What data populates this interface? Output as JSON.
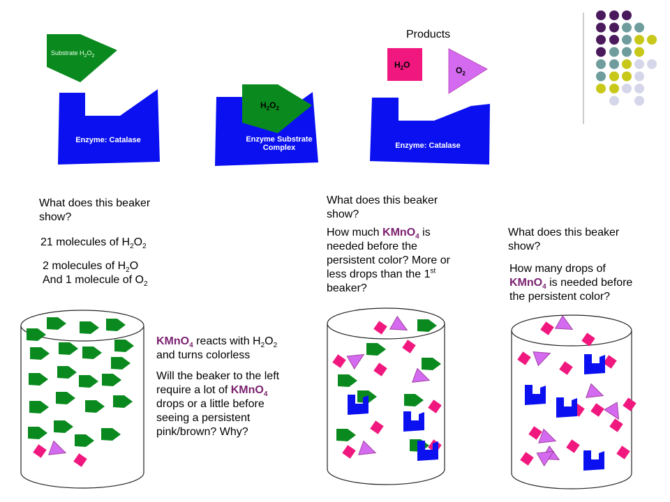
{
  "top_diagram": {
    "substrate_label": "Substrate H",
    "substrate_sub1": "2",
    "substrate_mid": "O",
    "substrate_sub2": "2",
    "enzyme_label_1": "Enzyme: Catalase",
    "complex_substrate_H": "H",
    "complex_substrate_sub1": "2",
    "complex_substrate_O": "O",
    "complex_substrate_sub2": "2",
    "complex_label_line1": "Enzyme Substrate",
    "complex_label_line2": "Complex",
    "products_title": "Products",
    "water_H": "H",
    "water_sub": "2",
    "water_O": "O",
    "oxygen_O": "O",
    "oxygen_sub": "2",
    "enzyme_label_2": "Enzyme: Catalase"
  },
  "colors": {
    "enzyme_blue": "#0a10f0",
    "substrate_green": "#0a8a1e",
    "water_pink": "#f0187e",
    "oxygen_violet": "#d46aef",
    "dot_purple": "#4a1a5c",
    "dot_teal": "#6f9d9d",
    "dot_yellow": "#c8c81a",
    "dot_lavender": "#d6d6ea"
  },
  "left": {
    "question_line1": "What does this beaker",
    "question_line2": "show?",
    "count_h2o2_prefix": "21 molecules of H",
    "count_h2o2_sub1": "2",
    "count_h2o2_mid": "O",
    "count_h2o2_sub2": "2",
    "count_h2o_prefix": "2 molecules of H",
    "count_h2o_sub": "2",
    "count_h2o_suffix": "O",
    "count_o2_prefix": "And 1 molecule of O",
    "count_o2_sub": "2",
    "kmno4_1": "KMnO",
    "kmno4_1_sub": "4",
    "reacts_text": " reacts with H",
    "reacts_sub1": "2",
    "reacts_O": "O",
    "reacts_sub2": "2",
    "reacts_line2": "and turns colorless",
    "will_line1": "Will the beaker to the left",
    "will_line2_prefix": "require a lot of ",
    "kmno4_2": "KMnO",
    "kmno4_2_sub": "4",
    "will_line3": "drops or a little before",
    "will_line4": "seeing a persistent",
    "will_line5": "pink/brown? Why?"
  },
  "middle": {
    "question_line1": "What does this beaker",
    "question_line2": "show?",
    "how_prefix": "How much ",
    "kmno4": "KMnO",
    "kmno4_sub": "4",
    "how_suffix": " is",
    "line2": "needed before the",
    "line3": "persistent color? More or",
    "line4": "less drops than the 1",
    "line4_sup": "st",
    "line5": "beaker?"
  },
  "right": {
    "question_line1": "What does this beaker",
    "question_line2": "show?",
    "line1": "How many drops of",
    "kmno4": "KMnO",
    "kmno4_sub": "4",
    "line2_suffix": " is needed before",
    "line3": "the persistent color?"
  }
}
